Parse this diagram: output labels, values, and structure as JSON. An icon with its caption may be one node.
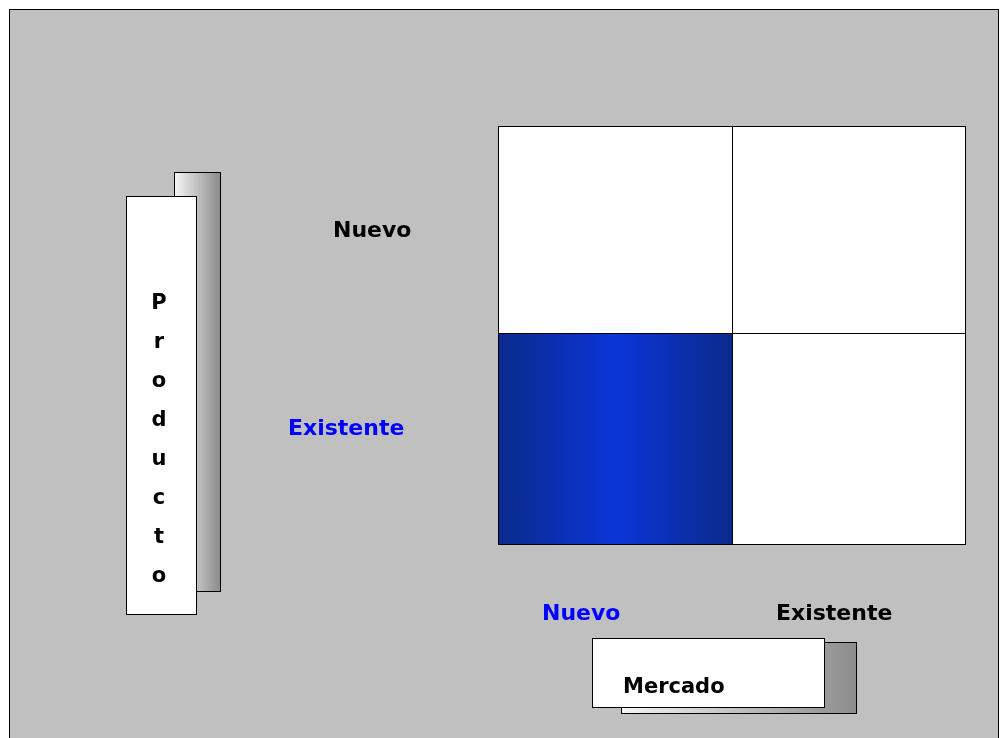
{
  "diagram": {
    "nodes": [
      {
        "text": [
          "Producto"
        ]
      },
      {
        "text": [],
        "shape": "box"
      },
      {
        "text": [],
        "shape": "box"
      },
      {
        "text": [],
        "shape": "box"
      },
      {
        "text": [],
        "shape": "box"
      },
      {
        "text": [
          "Mercado"
        ]
      }
    ],
    "labels": [
      "Nuevo",
      "Existente",
      "Nuevo",
      "Existente"
    ]
  }
}
